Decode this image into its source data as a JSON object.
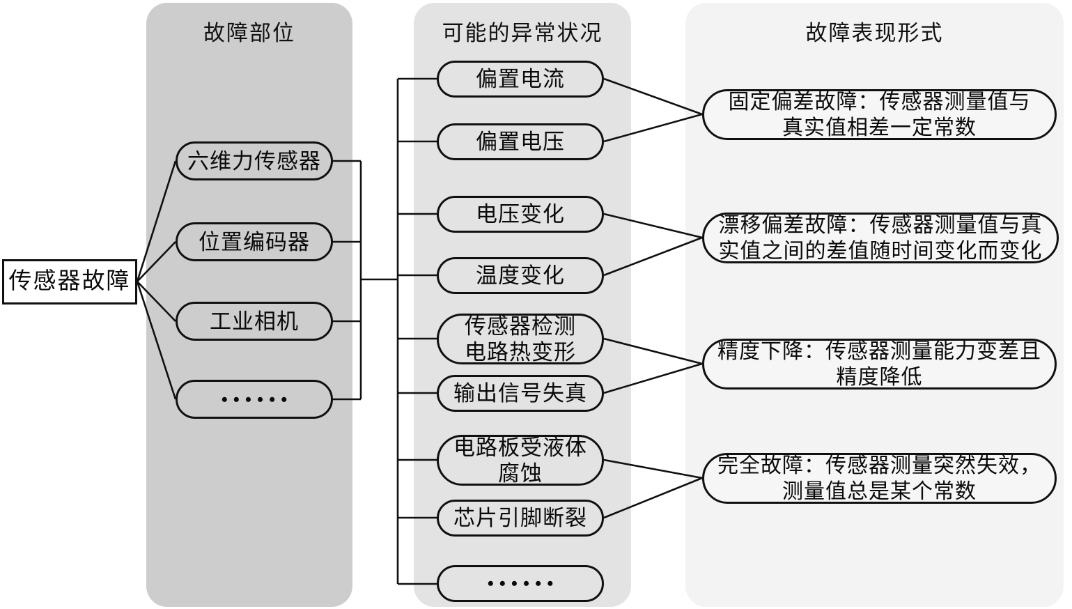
{
  "diagram": {
    "title_note": "sensor fault classification diagram",
    "root": {
      "label": "传感器故障"
    },
    "columns": [
      {
        "header": "故障部位",
        "items": [
          {
            "label": "六维力传感器"
          },
          {
            "label": "位置编码器"
          },
          {
            "label": "工业相机"
          },
          {
            "label": "••••••"
          }
        ]
      },
      {
        "header": "可能的异常状况",
        "items": [
          {
            "label": "偏置电流"
          },
          {
            "label": "偏置电压"
          },
          {
            "label": "电压变化"
          },
          {
            "label": "温度变化"
          },
          {
            "label": "传感器检测\n电路热变形"
          },
          {
            "label": "输出信号失真"
          },
          {
            "label": "电路板受液体\n腐蚀"
          },
          {
            "label": "芯片引脚断裂"
          },
          {
            "label": "••••••"
          }
        ]
      },
      {
        "header": "故障表现形式",
        "items": [
          {
            "label": "固定偏差故障：传感器测量值与\n真实值相差一定常数"
          },
          {
            "label": "漂移偏差故障：传感器测量值与真\n实值之间的差值随时间变化而变化"
          },
          {
            "label": "精度下降：传感器测量能力变差且\n精度降低"
          },
          {
            "label": "完全故障：传感器测量突然失效，\n测量值总是某个常数"
          }
        ]
      }
    ],
    "colors": {
      "panel_fault_location": "#cdcdcd",
      "panel_abnormal_conditions": "#e3e3e3",
      "panel_fault_forms": "#f3f3f3",
      "node_border": "#101010",
      "connector": "#101010",
      "text": "#0a0a0a"
    }
  }
}
